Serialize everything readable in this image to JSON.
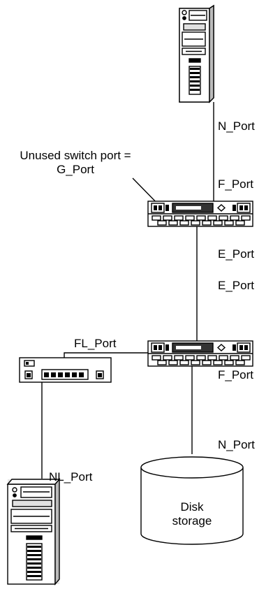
{
  "labels": {
    "n_port_top": "N_Port",
    "unused_line1": "Unused switch port =",
    "unused_line2": "G_Port",
    "f_port_top": "F_Port",
    "e_port_1": "E_Port",
    "e_port_2": "E_Port",
    "fl_port": "FL_Port",
    "f_port_bottom": "F_Port",
    "n_port_bottom": "N_Port",
    "nl_port": "NL_Port",
    "disk_line1": "Disk",
    "disk_line2": "storage"
  }
}
